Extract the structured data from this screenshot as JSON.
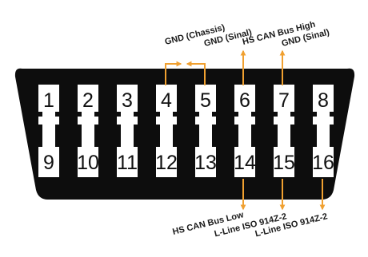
{
  "colors": {
    "connector_body": "#0d0d0d",
    "pin_slot": "#ffffff",
    "arrow": "#f0a030",
    "label_text": "#1a1a1a"
  },
  "pins_top": [
    "1",
    "2",
    "3",
    "4",
    "5",
    "6",
    "7",
    "8"
  ],
  "pins_bottom": [
    "9",
    "10",
    "11",
    "12",
    "13",
    "14",
    "15",
    "16"
  ],
  "labels": {
    "gnd_chassis": "GND (Chassis)",
    "gnd_sinal_pin5": "GND (Sinal)",
    "hs_can_high": "HS CAN Bus High",
    "gnd_sinal_pin7": "GND (Sinal)",
    "hs_can_low": "HS CAN Bus Low",
    "l_line_15": "L-Line ISO 914Z-2",
    "l_line_16": "L-Line ISO 914Z-2"
  },
  "icons": {
    "arrow_up": "arrow-up-icon",
    "arrow_down": "arrow-down-icon",
    "arrow_left": "arrow-left-icon",
    "arrow_right": "arrow-right-icon"
  }
}
